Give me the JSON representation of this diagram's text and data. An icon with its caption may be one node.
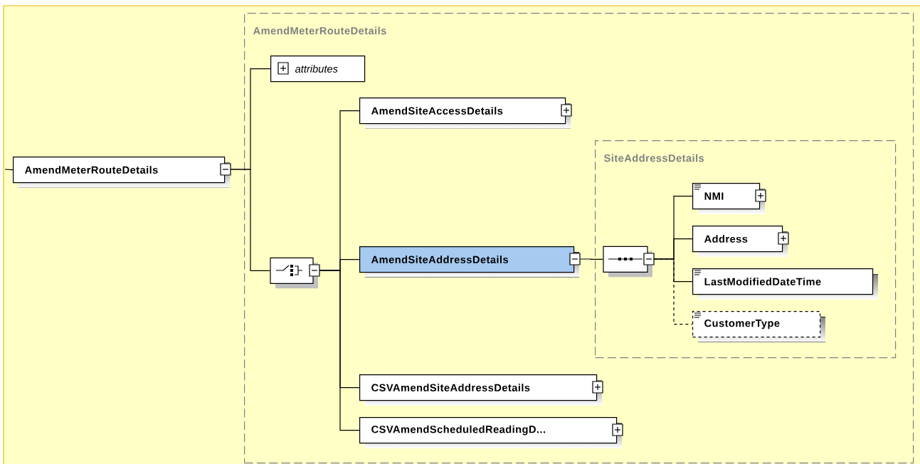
{
  "diagram": {
    "nodes": [
      {
        "text": [
          "AmendMeterRouteDetails"
        ]
      },
      {
        "text": [
          "AmendMeterRouteDetails"
        ]
      },
      {
        "text": [
          "attributes"
        ],
        "in": 0
      },
      {
        "text": [],
        "shape": "octagon",
        "in": 0
      },
      {
        "text": [
          "AmendSiteAccessDetails"
        ],
        "in": 0
      },
      {
        "text": [
          "AmendSiteAddressDetails"
        ],
        "in": 0
      },
      {
        "text": [
          "SiteAddressDetails"
        ],
        "in": 0
      },
      {
        "text": [],
        "shape": "octagon",
        "in": 6
      },
      {
        "text": [
          "NMI"
        ],
        "in": 6
      },
      {
        "text": [
          "Address"
        ],
        "in": 6
      },
      {
        "text": [
          "LastModifiedDateTime"
        ],
        "in": 6
      },
      {
        "text": [
          "CustomerType"
        ],
        "in": 6
      },
      {
        "text": [
          "CSVAmendSiteAddressDetails"
        ],
        "in": 0
      },
      {
        "text": [
          "CSVAmendScheduledReadingD..."
        ],
        "in": 0
      }
    ],
    "edges": [
      {
        "from": null,
        "to": 1,
        "arrow": "none"
      },
      {
        "from": 1,
        "to": 2,
        "arrow": "none"
      },
      {
        "from": 1,
        "to": 3,
        "arrow": "none"
      },
      {
        "from": 3,
        "to": 4,
        "arrow": "none"
      },
      {
        "from": 3,
        "to": 5,
        "arrow": "none"
      },
      {
        "from": 3,
        "to": 12,
        "arrow": "none"
      },
      {
        "from": 3,
        "to": 13,
        "arrow": "none"
      },
      {
        "from": 5,
        "to": 7,
        "arrow": "none"
      },
      {
        "from": 7,
        "to": 8,
        "arrow": "none"
      },
      {
        "from": 7,
        "to": 9,
        "arrow": "none"
      },
      {
        "from": 7,
        "to": 10,
        "arrow": "none"
      },
      {
        "from": 7,
        "to": 11,
        "arrow": "none",
        "style": "dashed"
      }
    ]
  }
}
